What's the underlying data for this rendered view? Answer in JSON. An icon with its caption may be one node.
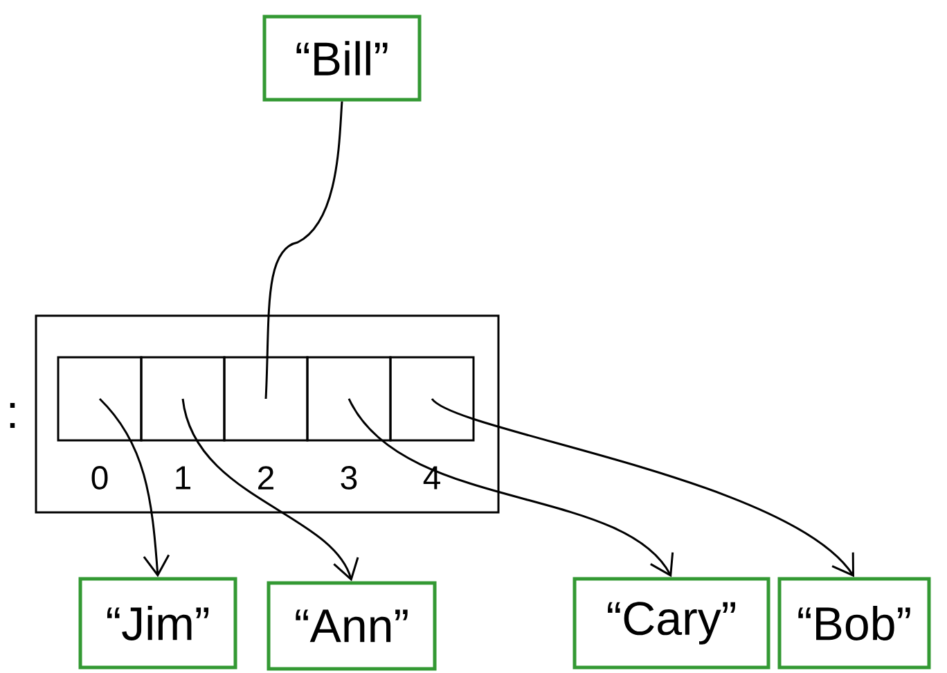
{
  "diagram": {
    "nodes": [
      {
        "text": [
          "“Bill”"
        ]
      },
      {
        "text": [],
        "shape": "box"
      },
      {
        "text": [],
        "shape": "box",
        "in": 1,
        "beside": [
          "0"
        ]
      },
      {
        "text": [],
        "shape": "box",
        "in": 1,
        "beside": [
          "1"
        ]
      },
      {
        "text": [],
        "shape": "box",
        "in": 1,
        "beside": [
          "2"
        ]
      },
      {
        "text": [],
        "shape": "box",
        "in": 1,
        "beside": [
          "3"
        ]
      },
      {
        "text": [],
        "shape": "box",
        "in": 1,
        "beside": [
          "4"
        ]
      },
      {
        "text": [
          "“Jim”"
        ]
      },
      {
        "text": [
          "“Ann”"
        ]
      },
      {
        "text": [
          "“Cary”"
        ]
      },
      {
        "text": [
          "“Bob”"
        ]
      }
    ],
    "edges": [
      {
        "from": 4,
        "to": 0,
        "arrow": "none"
      },
      {
        "from": 2,
        "to": 7,
        "arrow": "to"
      },
      {
        "from": 3,
        "to": 8,
        "arrow": "to"
      },
      {
        "from": 5,
        "to": 9,
        "arrow": "to"
      },
      {
        "from": 6,
        "to": 10,
        "arrow": "to"
      }
    ],
    "labels": [
      ":"
    ]
  }
}
